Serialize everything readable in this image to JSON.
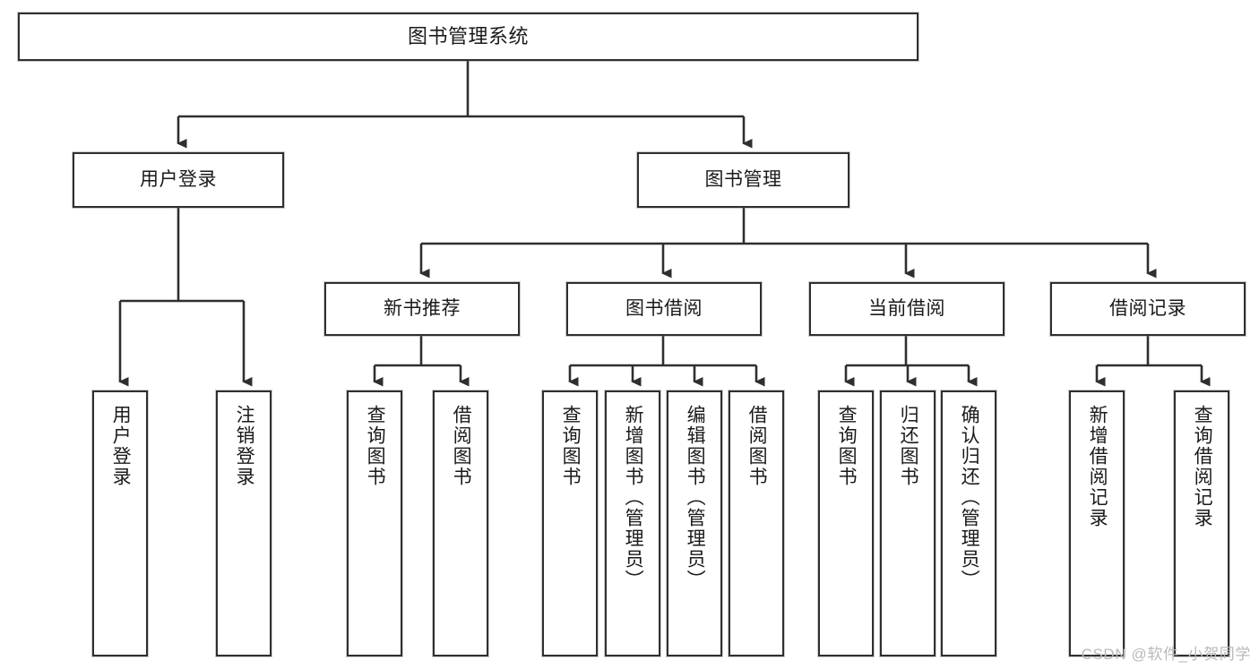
{
  "diagram": {
    "type": "tree",
    "title": "图书管理系统",
    "root": {
      "label": "图书管理系统"
    },
    "level1": [
      {
        "label": "用户登录"
      },
      {
        "label": "图书管理"
      }
    ],
    "level2": [
      {
        "label": "新书推荐"
      },
      {
        "label": "图书借阅"
      },
      {
        "label": "当前借阅"
      },
      {
        "label": "借阅记录"
      }
    ],
    "leaves": {
      "user_login": [
        {
          "label": "用户登录"
        },
        {
          "label": "注销登录"
        }
      ],
      "new_book": [
        {
          "label": "查询图书"
        },
        {
          "label": "借阅图书"
        }
      ],
      "book_borrow": [
        {
          "label": "查询图书"
        },
        {
          "label": "新增图书（管理员）"
        },
        {
          "label": "编辑图书（管理员）"
        },
        {
          "label": "借阅图书"
        }
      ],
      "current_borrow": [
        {
          "label": "查询图书"
        },
        {
          "label": "归还图书"
        },
        {
          "label": "确认归还（管理员）"
        }
      ],
      "borrow_record": [
        {
          "label": "新增借阅记录"
        },
        {
          "label": "查询借阅记录"
        }
      ]
    }
  },
  "watermark": {
    "text": "CSDN @软件_小贺同学"
  },
  "colors": {
    "box_border": "#2f2f2f",
    "box_fill": "#ffffff",
    "line": "#2f2f2f",
    "text": "#1a1a1a",
    "watermark": "#b9b9b9"
  }
}
